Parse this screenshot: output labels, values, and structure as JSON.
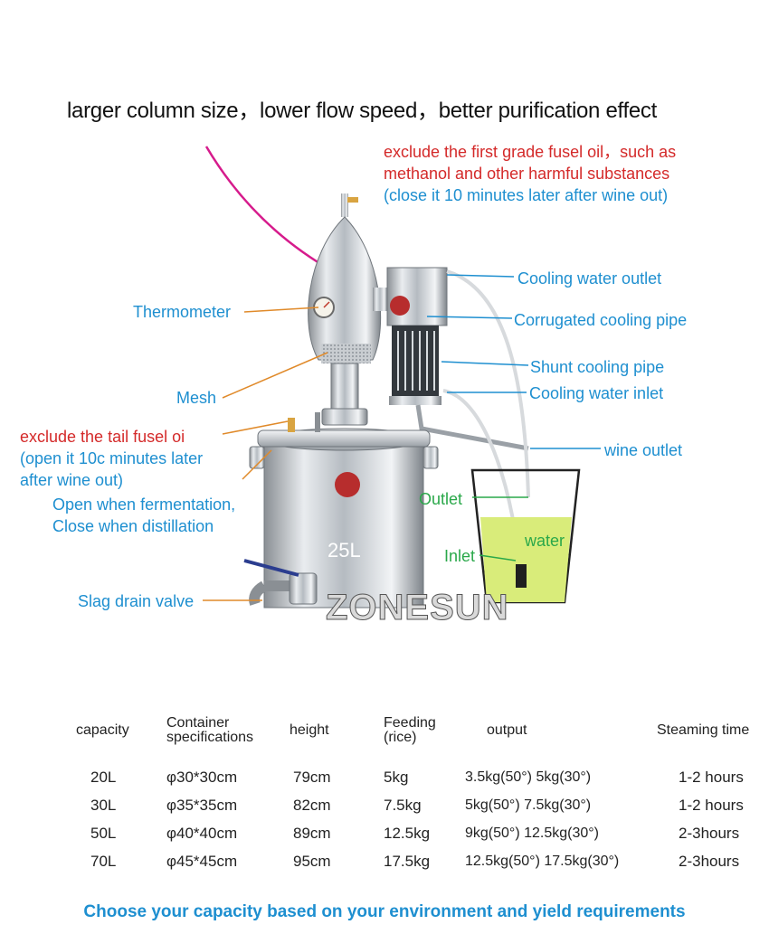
{
  "headline": "larger column size，lower flow speed，better purification effect",
  "note": {
    "line1": "exclude the first grade fusel oil，such as",
    "line2": "methanol and other harmful substances",
    "line3": "(close it 10 minutes later after wine out)"
  },
  "labels": {
    "thermometer": "Thermometer",
    "mesh": "Mesh",
    "cooling_outlet": "Cooling water outlet",
    "corrugated": "Corrugated cooling pipe",
    "shunt": "Shunt cooling pipe",
    "cooling_inlet": "Cooling water inlet",
    "wine_outlet": "wine outlet",
    "outlet": "Outlet",
    "water": "water",
    "inlet": "Inlet",
    "slag": "Slag drain valve",
    "capacity_mark": "25L",
    "brand": "ZONESUN"
  },
  "tail_note": {
    "line1": "exclude the tail fusel oi",
    "line2": "(open it 10c minutes later",
    "line3": "after wine out)"
  },
  "ferment_note": {
    "line1": "Open when fermentation,",
    "line2": "Close when distillation"
  },
  "colors": {
    "red": "#d42a2a",
    "blue": "#1e8fd0",
    "green": "#2aa84a",
    "water": "#d9ec7a"
  },
  "table": {
    "headers": {
      "capacity": "capacity",
      "container": "Container specifications",
      "height": "height",
      "feeding": "Feeding (rice)",
      "output": "output",
      "steaming": "Steaming time"
    },
    "header_lines": {
      "container_1": "Container",
      "container_2": "specifications",
      "feeding_1": "Feeding",
      "feeding_2": "(rice)"
    },
    "rows": [
      {
        "capacity": "20L",
        "container": "φ30*30cm",
        "height": "79cm",
        "feeding": "5kg",
        "output": "3.5kg(50°)  5kg(30°)",
        "steaming": "1-2 hours"
      },
      {
        "capacity": "30L",
        "container": "φ35*35cm",
        "height": "82cm",
        "feeding": "7.5kg",
        "output": "5kg(50°)  7.5kg(30°)",
        "steaming": "1-2 hours"
      },
      {
        "capacity": "50L",
        "container": "φ40*40cm",
        "height": "89cm",
        "feeding": "12.5kg",
        "output": "9kg(50°) 12.5kg(30°)",
        "steaming": "2-3hours"
      },
      {
        "capacity": "70L",
        "container": "φ45*45cm",
        "height": "95cm",
        "feeding": "17.5kg",
        "output": "12.5kg(50°) 17.5kg(30°)",
        "steaming": "2-3hours"
      }
    ]
  },
  "footer": "Choose your capacity based on your environment and yield requirements"
}
